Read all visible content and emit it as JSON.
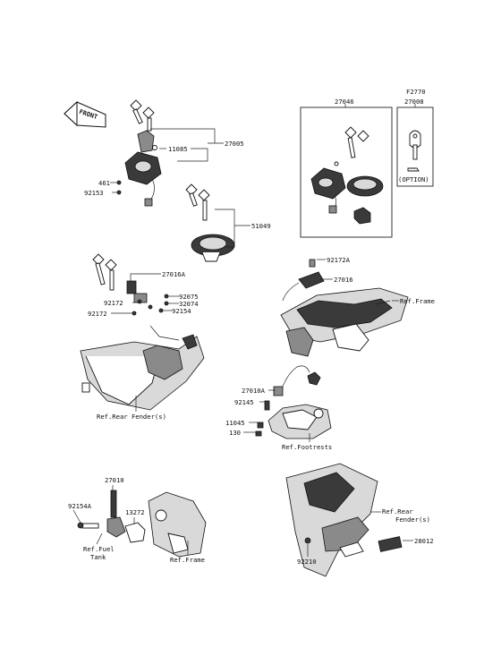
{
  "front_badge": "FRONT",
  "callouts": {
    "p27005": "27005",
    "p11085": "11085",
    "p461": "461",
    "p92153": "92153",
    "p51049": "51049",
    "p27046": "27046",
    "pF2770": "F2770",
    "p27008": "27008",
    "p_option": "(OPTION)",
    "p27016A": "27016A",
    "p92075": "92075",
    "p32074": "32074",
    "p92172_left": "92172",
    "p92154": "92154",
    "p92172A": "92172A",
    "p27016": "27016",
    "ref_frame_top": "Ref.Frame",
    "ref_rear_fender_left": "Ref.Rear Fender(s)",
    "p27010A": "27010A",
    "p92145": "92145",
    "p11045": "11045",
    "p130": "130",
    "ref_footrests": "Ref.Footrests",
    "p27010": "27010",
    "p92154A": "92154A",
    "p13272": "13272",
    "ref_fuel_tank_1": "Ref.Fuel",
    "ref_fuel_tank_2": "Tank",
    "ref_frame_bottom": "Ref.Frame",
    "ref_rear_fender_right_1": "Ref.Rear",
    "ref_rear_fender_right_2": "Fender(s)",
    "p92210": "92210",
    "p28012": "28012"
  }
}
